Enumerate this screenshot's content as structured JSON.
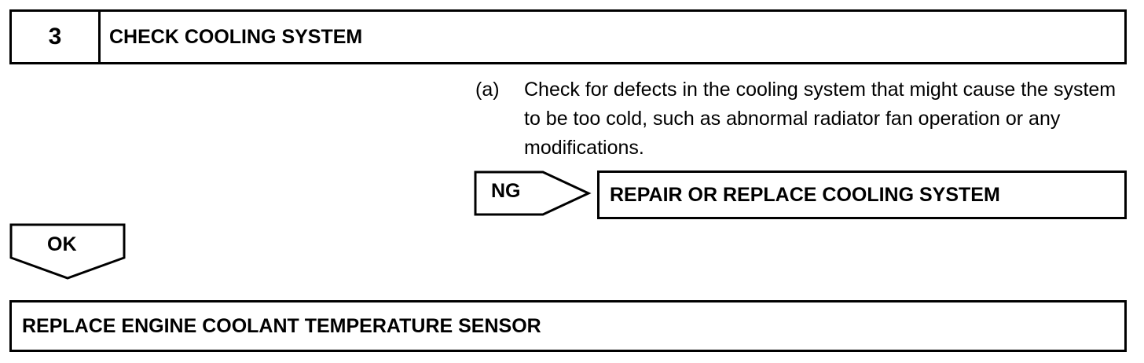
{
  "step": {
    "number": "3",
    "title": "CHECK COOLING SYSTEM"
  },
  "instruction": {
    "marker": "(a)",
    "text": "Check for defects in the cooling system that might cause the system to be too cold, such as abnormal radiator fan operation or any modifications."
  },
  "ng_result": {
    "label": "NG",
    "action": "REPAIR OR REPLACE COOLING SYSTEM"
  },
  "ok_result": {
    "label": "OK"
  },
  "final_action": {
    "text": "REPLACE ENGINE COOLANT TEMPERATURE SENSOR"
  }
}
